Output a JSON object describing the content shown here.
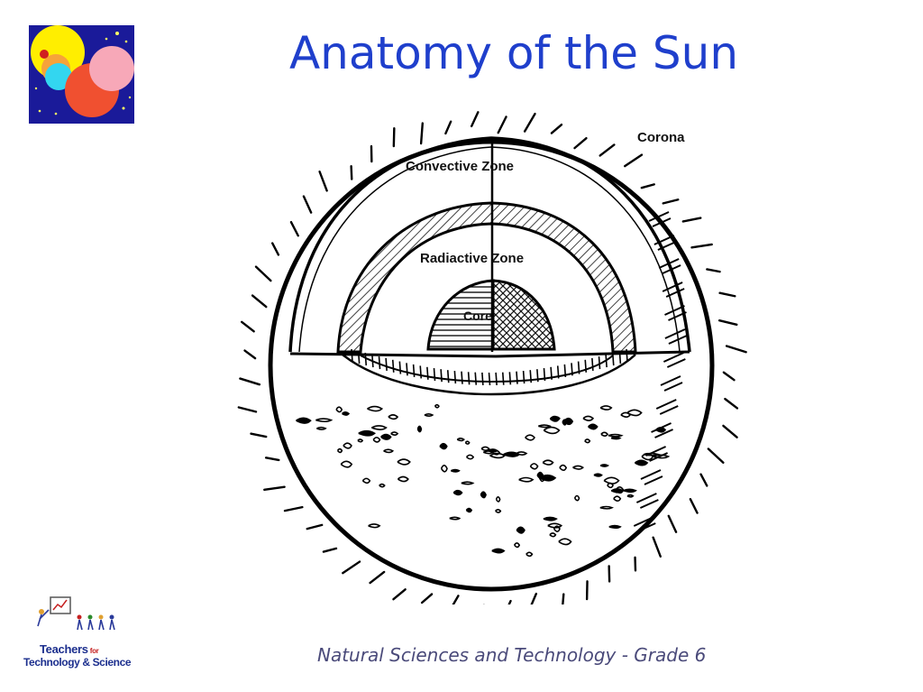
{
  "slide": {
    "title": "Anatomy of the Sun",
    "footer": "Natural Sciences and Technology - Grade 6"
  },
  "diagram": {
    "labels": {
      "corona": "Corona",
      "convective_zone": "Convective Zone",
      "radiative_zone": "Radiactive Zone",
      "core": "Core"
    }
  },
  "branding": {
    "org_line1": "Teachers",
    "org_for": "for",
    "org_line2": "Technology & Science"
  },
  "colors": {
    "title": "#1f3fcc",
    "footer": "#4a4a7a",
    "logo_background": "#1a1a99",
    "brand_text": "#1c2f8e"
  }
}
